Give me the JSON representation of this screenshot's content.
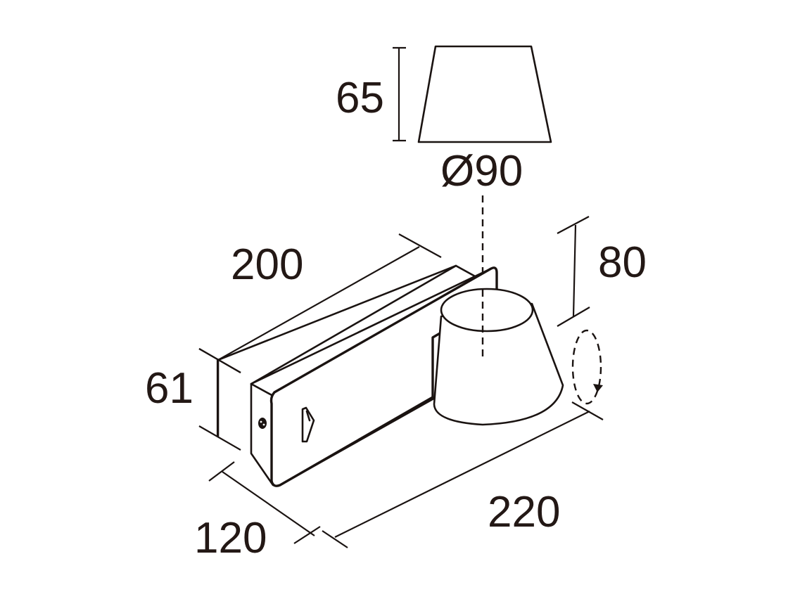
{
  "diagram": {
    "type": "technical-dimension-drawing",
    "subject": "wall lamp with rotating conical shade and rectangular base",
    "units": "mm",
    "line_color": "#1a1311",
    "text_color": "#231815",
    "background": "#ffffff"
  },
  "labels": {
    "shade_height": "65",
    "shade_diameter": "Ø90",
    "base_length": "200",
    "shade_drop": "80",
    "base_height": "61",
    "base_depth": "120",
    "total_length": "220"
  },
  "icons": {
    "rotation": "dashed-rotation-arrow",
    "switch": "rocker-switch",
    "screw": "screw-head"
  }
}
